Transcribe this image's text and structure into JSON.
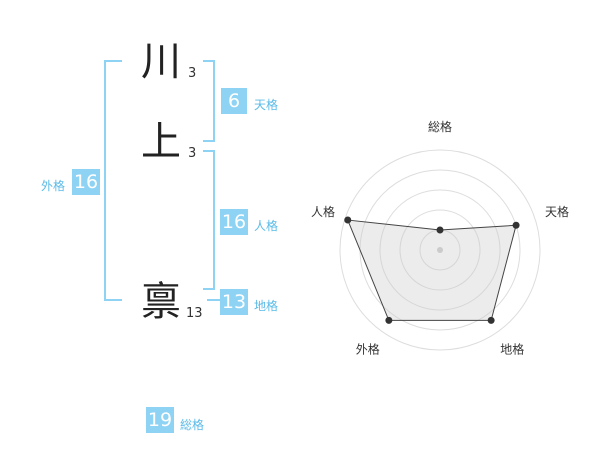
{
  "name": {
    "chars": [
      {
        "char": "川",
        "strokes": "3"
      },
      {
        "char": "上",
        "strokes": "3"
      },
      {
        "char": "禀",
        "strokes": "13"
      }
    ]
  },
  "badges": {
    "tenkaku": {
      "value": "6",
      "label": "天格"
    },
    "jinkaku": {
      "value": "16",
      "label": "人格"
    },
    "chikaku": {
      "value": "13",
      "label": "地格"
    },
    "gaikaku": {
      "value": "16",
      "label": "外格"
    },
    "soukaku": {
      "value": "19",
      "label": "総格"
    }
  },
  "colors": {
    "accent": "#8fd3f4",
    "label": "#5bbbe8"
  },
  "chart_data": {
    "type": "radar",
    "axes": [
      "総格",
      "天格",
      "地格",
      "外格",
      "人格"
    ],
    "values": [
      0.2,
      0.8,
      0.87,
      0.87,
      0.97
    ],
    "rings": 5,
    "range": [
      0,
      1
    ]
  }
}
